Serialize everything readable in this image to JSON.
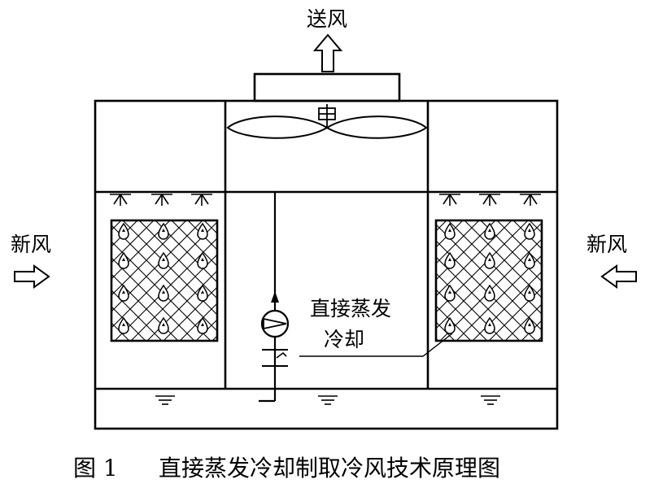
{
  "labels": {
    "supply_air": "送风",
    "fresh_air_left": "新风",
    "fresh_air_right": "新风",
    "callout_line1": "直接蒸发",
    "callout_line2": "冷却"
  },
  "caption": {
    "figure_number": "图 1",
    "title": "直接蒸发冷却制取冷风技术原理图"
  }
}
